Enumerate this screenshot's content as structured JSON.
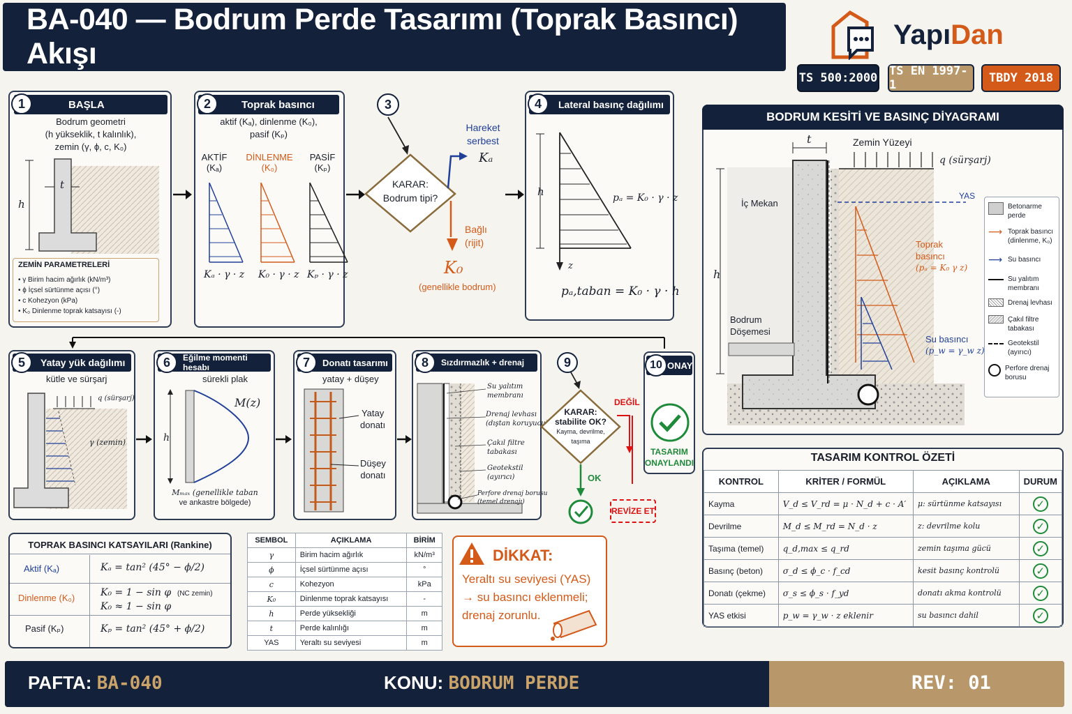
{
  "header": {
    "title": "BA-040 — Bodrum Perde Tasarımı (Toprak Basıncı) Akışı",
    "logo_a": "Yapı",
    "logo_b": "Dan",
    "standards": [
      "TS 500:2000",
      "TS EN 1997-1",
      "TBDY 2018"
    ]
  },
  "step1": {
    "num": "1",
    "title": "BAŞLA",
    "desc": [
      "Bodrum geometri",
      "(h yükseklik, t kalınlık),",
      "zemin (γ, ϕ, c, K₀)"
    ],
    "label_h": "h",
    "label_t": "t",
    "params_title": "ZEMİN PARAMETRELERİ",
    "params": [
      "γ    Birim hacim ağırlık (kN/m³)",
      "ϕ    İçsel sürtünme açısı (°)",
      "c    Kohezyon (kPa)",
      "K₀   Dinlenme toprak katsayısı  (-)"
    ]
  },
  "step2": {
    "num": "2",
    "title": "Toprak basıncı",
    "desc": [
      "aktif (Kₐ), dinlenme (K₀),",
      "pasif (Kₚ)"
    ],
    "cols": [
      {
        "name": "AKTİF",
        "sym": "(Kₐ)",
        "formula": "Kₐ · γ · z"
      },
      {
        "name": "DİNLENME",
        "sym": "(K₀)",
        "formula": "K₀ · γ · z"
      },
      {
        "name": "PASİF",
        "sym": "(Kₚ)",
        "formula": "Kₚ · γ · z"
      }
    ]
  },
  "step3": {
    "num": "3",
    "decision": [
      "KARAR:",
      "Bodrum tipi?"
    ],
    "free": [
      "Hareket",
      "serbest"
    ],
    "free_k": "Kₐ",
    "fixed": [
      "Bağlı",
      "(rijit)"
    ],
    "fixed_k": "K₀",
    "fixed_note": "(genellikle bodrum)"
  },
  "step4": {
    "num": "4",
    "title": "Lateral basınç dağılımı",
    "h": "h",
    "z": "z",
    "formula": "pₐ = K₀ · γ · z",
    "base": "pₐ,taban  =  K₀ · γ · h"
  },
  "section": {
    "title": "BODRUM KESİTİ VE BASINÇ DİYAGRAMI",
    "t": "t",
    "surface": "Zemin Yüzeyi",
    "q": "q (sürşarj)",
    "yas": "YAS",
    "inside": "İç Mekan",
    "h": "h",
    "slab": [
      "Bodrum",
      "Döşemesi"
    ],
    "soil": [
      "Toprak",
      "basıncı",
      "(pₐ = K₀ γ z)"
    ],
    "water": [
      "Su basıncı",
      "(p_w = γ_w z)"
    ],
    "legend": [
      {
        "icon": "concrete",
        "text": "Betonarme perde"
      },
      {
        "icon": "orange-arrow",
        "text": "Toprak basıncı (dinlenme, K₀)"
      },
      {
        "icon": "blue-arrow",
        "text": "Su basıncı"
      },
      {
        "icon": "line",
        "text": "Su yalıtım membranı"
      },
      {
        "icon": "hatch",
        "text": "Drenaj levhası"
      },
      {
        "icon": "gravel",
        "text": "Çakıl filtre tabakası"
      },
      {
        "icon": "dash",
        "text": "Geotekstil (ayırıcı)"
      },
      {
        "icon": "circle",
        "text": "Perfore drenaj borusu"
      }
    ]
  },
  "step5": {
    "num": "5",
    "title": "Yatay yük dağılımı",
    "desc": "kütle ve sürşarj",
    "q": "q (sürşarj)",
    "g": "γ (zemin)"
  },
  "step6": {
    "num": "6",
    "title": "Eğilme momenti hesabı",
    "desc": "sürekli plak",
    "h": "h",
    "mz": "M(z)",
    "note": [
      "Mₘₐₓ (genellikle taban",
      "ve ankastre bölgede)"
    ]
  },
  "step7": {
    "num": "7",
    "title": "Donatı tasarımı",
    "desc": "yatay + düşey",
    "lab1": [
      "Yatay",
      "donatı"
    ],
    "lab2": [
      "Düşey",
      "donatı"
    ]
  },
  "step8": {
    "num": "8",
    "title": "Sızdırmazlık + drenaj",
    "labels": [
      [
        "Su yalıtım",
        "membranı"
      ],
      [
        "Drenaj levhası",
        "(dıştan koruyucu)"
      ],
      [
        "Çakıl filtre",
        "tabakası"
      ],
      [
        "Geotekstil",
        "(ayırıcı)"
      ],
      [
        "Perfore drenaj borusu",
        "(temel drenajı)"
      ]
    ]
  },
  "step9": {
    "num": "9",
    "decision": [
      "KARAR:",
      "stabilite OK?",
      "Kayma, devrilme,",
      "taşıma"
    ],
    "no": "DEĞİL",
    "ok": "OK",
    "revise": "REVİZE ET"
  },
  "step10": {
    "num": "10",
    "title": "ONAY",
    "text": [
      "TASARIM",
      "ONAYLANDI"
    ]
  },
  "coef": {
    "title": "TOPRAK BASINCI KATSAYILARI (Rankine)",
    "rows": [
      {
        "name": "Aktif  (Kₐ)",
        "f": "Kₐ  =  tan² (45° − ϕ/2)"
      },
      {
        "name": "Dinlenme (K₀)",
        "f": "K₀  =  1 − sin φ",
        "note": "(NC zemin)",
        "f2": "K₀  ≈  1 − sin φ"
      },
      {
        "name": "Pasif  (Kₚ)",
        "f": "Kₚ  =  tan² (45° + ϕ/2)"
      }
    ]
  },
  "symbols": {
    "head": [
      "SEMBOL",
      "AÇIKLAMA",
      "BİRİM"
    ],
    "rows": [
      [
        "γ",
        "Birim hacim ağırlık",
        "kN/m³"
      ],
      [
        "ϕ",
        "İçsel sürtünme açısı",
        "°"
      ],
      [
        "c",
        "Kohezyon",
        "kPa"
      ],
      [
        "K₀",
        "Dinlenme toprak katsayısı",
        "-"
      ],
      [
        "h",
        "Perde yüksekliği",
        "m"
      ],
      [
        "t",
        "Perde kalınlığı",
        "m"
      ],
      [
        "YAS",
        "Yeraltı su seviyesi",
        "m"
      ]
    ]
  },
  "warn": {
    "title": "DİKKAT:",
    "lines": [
      "Yeraltı su seviyesi (YAS)",
      "→ su basıncı eklenmeli;",
      "drenaj zorunlu."
    ]
  },
  "checks": {
    "title": "TASARIM KONTROL ÖZETİ",
    "head": [
      "KONTROL",
      "KRİTER / FORMÜL",
      "AÇIKLAMA",
      "DURUM"
    ],
    "rows": [
      [
        "Kayma",
        "V_d ≤ V_rd = μ · N_d + c · A′",
        "μ: sürtünme katsayısı"
      ],
      [
        "Devrilme",
        "M_d ≤ M_rd = N_d · z",
        "z: devrilme kolu"
      ],
      [
        "Taşıma (temel)",
        "q_d,max ≤ q_rd",
        "zemin taşıma gücü"
      ],
      [
        "Basınç (beton)",
        "σ_d ≤ ϕ_c · f_cd",
        "kesit basınç kontrolü"
      ],
      [
        "Donatı (çekme)",
        "σ_s ≤ ϕ_s · f_yd",
        "donatı akma kontrolü"
      ],
      [
        "YAS etkisi",
        "p_w = γ_w · z eklenir",
        "su basıncı dahil"
      ]
    ],
    "ok": "✓"
  },
  "footer": {
    "pafta_l": "PAFTA:",
    "pafta_v": "BA-040",
    "konu_l": "KONU:",
    "konu_v": "BODRUM PERDE",
    "rev": "REV: 01"
  }
}
